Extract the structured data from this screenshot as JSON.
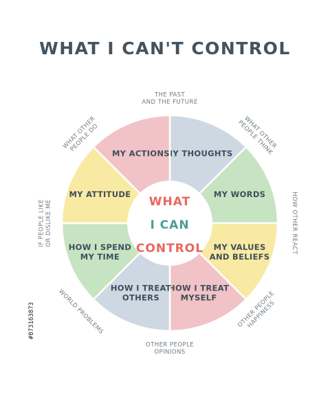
{
  "title": "WHAT I CAN'T CONTROL",
  "center": {
    "lines": [
      "WHAT",
      "I CAN",
      "CONTROL"
    ],
    "colors": [
      "#e8675f",
      "#4a9e97",
      "#e8675f"
    ]
  },
  "colors": {
    "pink": "#f1c3c6",
    "blue": "#ced8e2",
    "green": "#c7e4c2",
    "yellow": "#f9eaa3",
    "text": "#3f4e5b",
    "outer_text": "#6f7a82"
  },
  "segments": [
    {
      "lines": [
        "MY THOUGHTS"
      ],
      "color": "#ced8e2"
    },
    {
      "lines": [
        "MY WORDS"
      ],
      "color": "#c7e4c2"
    },
    {
      "lines": [
        "MY VALUES",
        "AND BELIEFS"
      ],
      "color": "#f9eaa3"
    },
    {
      "lines": [
        "HOW I TREAT",
        "MYSELF"
      ],
      "color": "#f1c3c6"
    },
    {
      "lines": [
        "HOW I TREAT",
        "OTHERS"
      ],
      "color": "#ced8e2"
    },
    {
      "lines": [
        "HOW I SPEND",
        "MY TIME"
      ],
      "color": "#c7e4c2"
    },
    {
      "lines": [
        "MY ATTITUDE"
      ],
      "color": "#f9eaa3"
    },
    {
      "lines": [
        "MY ACTIONS"
      ],
      "color": "#f1c3c6"
    }
  ],
  "outer_labels": [
    {
      "lines": [
        "THE PAST",
        "AND THE FUTURE"
      ],
      "angle": 0
    },
    {
      "lines": [
        "WHAT OTHER",
        "PEOPLE THINK"
      ],
      "angle": 45
    },
    {
      "lines": [
        "HOW OTHER REACT"
      ],
      "angle": 90
    },
    {
      "lines": [
        "OTHER PEOPLE",
        "HAPPINESS"
      ],
      "angle": 135
    },
    {
      "lines": [
        "OTHER PEOPLE",
        "OPINIONS"
      ],
      "angle": 180
    },
    {
      "lines": [
        "WORLD PROBLEMS"
      ],
      "angle": 225
    },
    {
      "lines": [
        "IF PEOPLE LIKE",
        "OR DISLIKE ME"
      ],
      "angle": 270
    },
    {
      "lines": [
        "WHAT OTHER",
        "PEOPLE DO"
      ],
      "angle": 315
    }
  ],
  "side_code": "#873163873"
}
